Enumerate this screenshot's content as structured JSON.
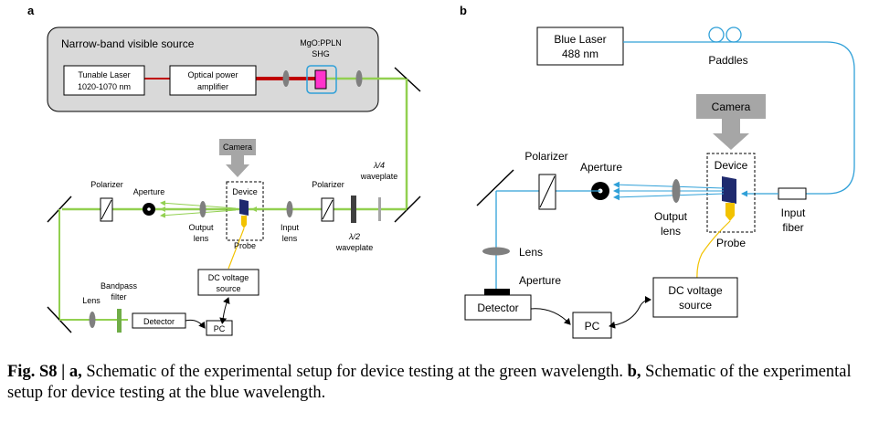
{
  "panel_a": {
    "letter": "a",
    "source_box_title": "Narrow-band visible source",
    "tunable_laser": [
      "Tunable Laser",
      "1020-1070 nm"
    ],
    "amplifier": [
      "Optical power",
      "amplifier"
    ],
    "crystal": [
      "MgO:PPLN",
      "SHG"
    ],
    "camera": "Camera",
    "device": "Device",
    "probe": "Probe",
    "polarizer_left": "Polarizer",
    "aperture": "Aperture",
    "output_lens": [
      "Output",
      "lens"
    ],
    "input_lens": [
      "Input",
      "lens"
    ],
    "polarizer_right": "Polarizer",
    "quarter_waveplate": [
      "λ/4",
      "waveplate"
    ],
    "half_waveplate": [
      "λ/2",
      "waveplate"
    ],
    "dc_source": [
      "DC voltage",
      "source"
    ],
    "bandpass": [
      "Bandpass",
      "filter"
    ],
    "lens": "Lens",
    "detector": "Detector",
    "pc": "PC"
  },
  "panel_b": {
    "letter": "b",
    "blue_laser": [
      "Blue Laser",
      "488 nm"
    ],
    "paddles": "Paddles",
    "camera": "Camera",
    "polarizer": "Polarizer",
    "aperture": "Aperture",
    "device": "Device",
    "output_lens": [
      "Output",
      "lens"
    ],
    "input_fiber": [
      "Input",
      "fiber"
    ],
    "probe": "Probe",
    "lens": "Lens",
    "aperture2": "Aperture",
    "detector": "Detector",
    "pc": "PC",
    "dc_source": [
      "DC voltage",
      "source"
    ]
  },
  "caption": {
    "fig": "Fig. S8 | ",
    "a_letter": "a,",
    "a_text": " Schematic of the experimental setup for device testing at the green wavelength. ",
    "b_letter": "b,",
    "b_text": " Schematic of the experimental setup for device testing at the blue wavelength."
  },
  "colors": {
    "green_beam": "#92d050",
    "blue_beam": "#30a0d8",
    "red_beam": "#c00000",
    "gold": "#f2c200",
    "navy": "#1f2a6e",
    "camera_gray": "#a6a6a6",
    "crystal_pink": "#ff33cc"
  }
}
